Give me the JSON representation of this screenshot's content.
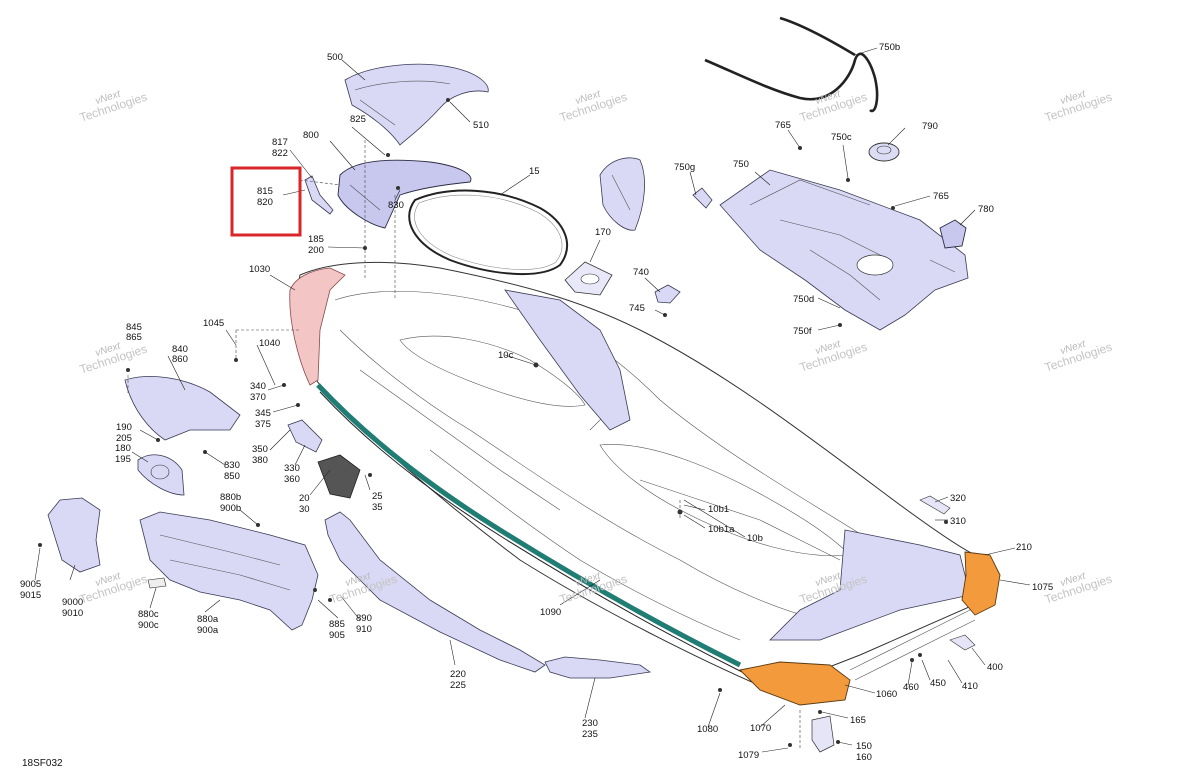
{
  "diagram": {
    "reference_code": "18SF032",
    "highlight_color": "#d9262b",
    "part_fill_color": "#d9d9f6",
    "bumper_color": "#f39a3c",
    "rubstrip_color": "#1f7d74",
    "watermark": {
      "line1": "vNext",
      "line2": "Technologies"
    },
    "callouts": [
      {
        "id": "c500",
        "text": "500"
      },
      {
        "id": "c510",
        "text": "510"
      },
      {
        "id": "c825",
        "text": "825"
      },
      {
        "id": "c817",
        "text": "817"
      },
      {
        "id": "c822",
        "text": "822"
      },
      {
        "id": "c800",
        "text": "800"
      },
      {
        "id": "c815",
        "text": "815"
      },
      {
        "id": "c820",
        "text": "820"
      },
      {
        "id": "c830",
        "text": "830"
      },
      {
        "id": "c185",
        "text": "185"
      },
      {
        "id": "c200",
        "text": "200"
      },
      {
        "id": "c15",
        "text": "15"
      },
      {
        "id": "c170",
        "text": "170"
      },
      {
        "id": "c740",
        "text": "740"
      },
      {
        "id": "c745",
        "text": "745"
      },
      {
        "id": "c750b",
        "text": "750b"
      },
      {
        "id": "c765a",
        "text": "765"
      },
      {
        "id": "c750c",
        "text": "750c"
      },
      {
        "id": "c790",
        "text": "790"
      },
      {
        "id": "c750g",
        "text": "750g"
      },
      {
        "id": "c750",
        "text": "750"
      },
      {
        "id": "c765b",
        "text": "765"
      },
      {
        "id": "c780",
        "text": "780"
      },
      {
        "id": "c750d",
        "text": "750d"
      },
      {
        "id": "c750f",
        "text": "750f"
      },
      {
        "id": "c1030",
        "text": "1030"
      },
      {
        "id": "c1045",
        "text": "1045"
      },
      {
        "id": "c1040",
        "text": "1040"
      },
      {
        "id": "c845",
        "text": "845"
      },
      {
        "id": "c865",
        "text": "865"
      },
      {
        "id": "c840",
        "text": "840"
      },
      {
        "id": "c860",
        "text": "860"
      },
      {
        "id": "c340",
        "text": "340"
      },
      {
        "id": "c370",
        "text": "370"
      },
      {
        "id": "c345",
        "text": "345"
      },
      {
        "id": "c375",
        "text": "375"
      },
      {
        "id": "c190",
        "text": "190"
      },
      {
        "id": "c205",
        "text": "205"
      },
      {
        "id": "c180",
        "text": "180"
      },
      {
        "id": "c195",
        "text": "195"
      },
      {
        "id": "c350",
        "text": "350"
      },
      {
        "id": "c380",
        "text": "380"
      },
      {
        "id": "c330",
        "text": "330"
      },
      {
        "id": "c360",
        "text": "360"
      },
      {
        "id": "c830b",
        "text": "830"
      },
      {
        "id": "c850",
        "text": "850"
      },
      {
        "id": "c10c",
        "text": "10c"
      },
      {
        "id": "c20",
        "text": "20"
      },
      {
        "id": "c30",
        "text": "30"
      },
      {
        "id": "c25",
        "text": "25"
      },
      {
        "id": "c35",
        "text": "35"
      },
      {
        "id": "c880b",
        "text": "880b"
      },
      {
        "id": "c900b",
        "text": "900b"
      },
      {
        "id": "c9005",
        "text": "9005"
      },
      {
        "id": "c9015",
        "text": "9015"
      },
      {
        "id": "c9000",
        "text": "9000"
      },
      {
        "id": "c9010",
        "text": "9010"
      },
      {
        "id": "c880c",
        "text": "880c"
      },
      {
        "id": "c900c",
        "text": "900c"
      },
      {
        "id": "c880a",
        "text": "880a"
      },
      {
        "id": "c900a",
        "text": "900a"
      },
      {
        "id": "c885",
        "text": "885"
      },
      {
        "id": "c905",
        "text": "905"
      },
      {
        "id": "c890",
        "text": "890"
      },
      {
        "id": "c910",
        "text": "910"
      },
      {
        "id": "c220",
        "text": "220"
      },
      {
        "id": "c225",
        "text": "225"
      },
      {
        "id": "c230",
        "text": "230"
      },
      {
        "id": "c235",
        "text": "235"
      },
      {
        "id": "c1090",
        "text": "1090"
      },
      {
        "id": "c10b1",
        "text": "10b1"
      },
      {
        "id": "c10b1a",
        "text": "10b1a"
      },
      {
        "id": "c10b",
        "text": "10b"
      },
      {
        "id": "c320",
        "text": "320"
      },
      {
        "id": "c310",
        "text": "310"
      },
      {
        "id": "c210",
        "text": "210"
      },
      {
        "id": "c1075",
        "text": "1075"
      },
      {
        "id": "c400",
        "text": "400"
      },
      {
        "id": "c460",
        "text": "460"
      },
      {
        "id": "c450",
        "text": "450"
      },
      {
        "id": "c410",
        "text": "410"
      },
      {
        "id": "c1060",
        "text": "1060"
      },
      {
        "id": "c1080",
        "text": "1080"
      },
      {
        "id": "c1070",
        "text": "1070"
      },
      {
        "id": "c165",
        "text": "165"
      },
      {
        "id": "c150",
        "text": "150"
      },
      {
        "id": "c160",
        "text": "160"
      },
      {
        "id": "c1079",
        "text": "1079"
      }
    ]
  }
}
